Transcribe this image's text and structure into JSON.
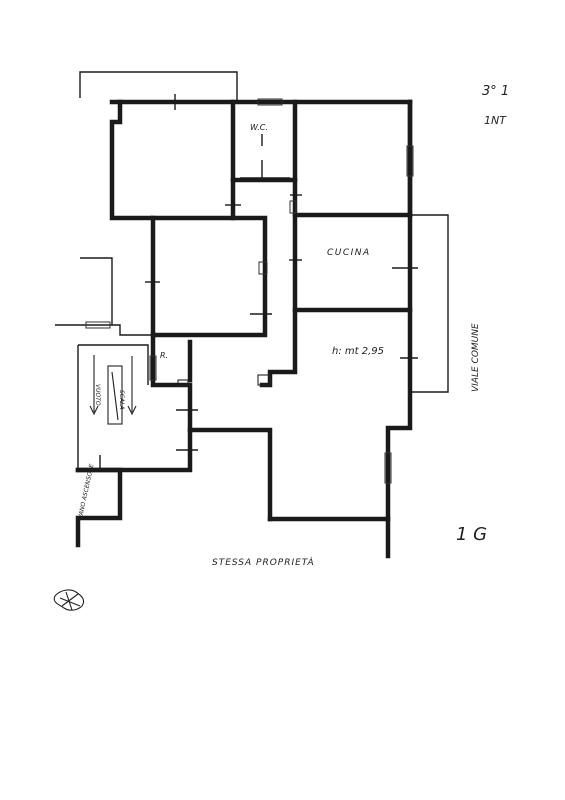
{
  "corner_note": {
    "line1": "3° 1",
    "line2": "1NT"
  },
  "rooms": {
    "wc": "W.C.",
    "kitchen": "CUCINA",
    "height": "h: mt 2,95",
    "r": "R.",
    "stair": "SCALA",
    "vuoto": "VUOTO",
    "vano": "VANO ASCENSORE"
  },
  "outside": {
    "viale": "VIALE COMUNE",
    "stessa": "STESSA PROPRIETÀ"
  },
  "sheet_number": "1 G"
}
